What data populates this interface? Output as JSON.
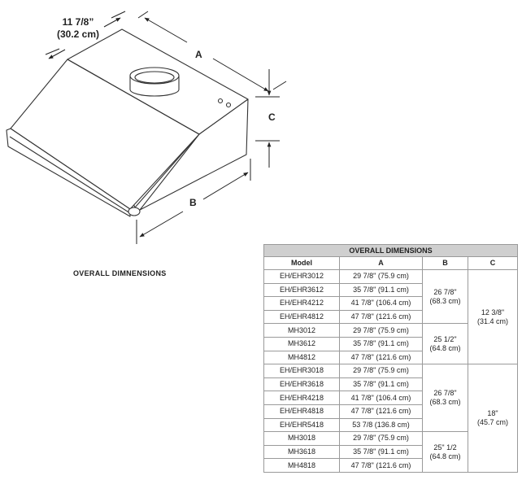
{
  "drawing": {
    "width_label_line1": "11 7/8”",
    "width_label_line2": "(30.2 cm)",
    "label_a": "A",
    "label_b": "B",
    "label_c": "C",
    "caption": "OVERALL DIMNENSIONS"
  },
  "table": {
    "title": "OVERALL DIMENSIONS",
    "headers": [
      "Model",
      "A",
      "B",
      "C"
    ],
    "rows": [
      {
        "model": "EH/EHR3012",
        "a": "29 7/8\" (75.9 cm)"
      },
      {
        "model": "EH/EHR3612",
        "a": "35 7/8\" (91.1 cm)"
      },
      {
        "model": "EH/EHR4212",
        "a": "41 7/8\" (106.4 cm)"
      },
      {
        "model": "EH/EHR4812",
        "a": "47 7/8\" (121.6 cm)"
      },
      {
        "model": "MH3012",
        "a": "29 7/8\" (75.9 cm)"
      },
      {
        "model": "MH3612",
        "a": "35 7/8\" (91.1 cm)"
      },
      {
        "model": "MH4812",
        "a": "47 7/8\" (121.6 cm)"
      },
      {
        "model": "EH/EHR3018",
        "a": "29 7/8\" (75.9 cm)"
      },
      {
        "model": "EH/EHR3618",
        "a": "35 7/8\" (91.1 cm)"
      },
      {
        "model": "EH/EHR4218",
        "a": "41 7/8\" (106.4 cm)"
      },
      {
        "model": "EH/EHR4818",
        "a": "47 7/8\" (121.6 cm)"
      },
      {
        "model": "EH/EHR5418",
        "a": "53 7/8 (136.8 cm)"
      },
      {
        "model": "MH3018",
        "a": "29 7/8\" (75.9 cm)"
      },
      {
        "model": "MH3618",
        "a": "35 7/8\" (91.1 cm)"
      },
      {
        "model": "MH4818",
        "a": "47 7/8\" (121.6 cm)"
      }
    ],
    "b_groups": [
      {
        "line1": "26 7/8\"",
        "line2": "(68.3 cm)"
      },
      {
        "line1": "25 1/2\"",
        "line2": "(64.8 cm)"
      },
      {
        "line1": "26 7/8\"",
        "line2": "(68.3 cm)"
      },
      {
        "line1": "25\" 1/2",
        "line2": "(64.8 cm)"
      }
    ],
    "c_groups": [
      {
        "line1": "12 3/8\"",
        "line2": "(31.4 cm)"
      },
      {
        "line1": "18\"",
        "line2": "(45.7 cm)"
      }
    ]
  }
}
